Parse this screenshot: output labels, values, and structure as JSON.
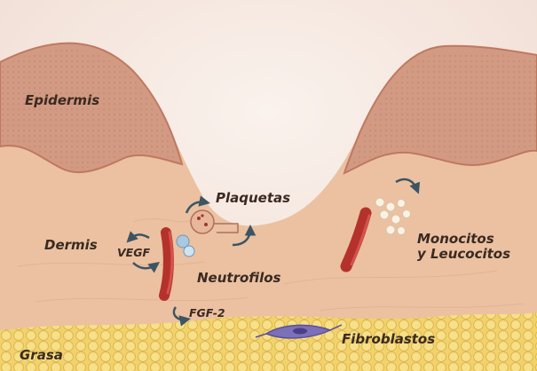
{
  "labels": {
    "epidermis": "Epidermis",
    "dermis": "Dermis",
    "grasa": "Grasa",
    "plaquetas": "Plaquetas",
    "neutrofilos": "Neutrofilos",
    "monocitos_line1": "Monocitos",
    "monocitos_line2": "y Leucocitos",
    "fibroblastos": "Fibroblastos",
    "vegf": "VEGF",
    "fgf2": "FGF-2"
  },
  "colors": {
    "background": "#f7ece6",
    "dermis": "#ebc1a1",
    "epidermis": "#d29a82",
    "epidermis_edge": "#c07860",
    "fat": "#f1d36c",
    "vessel": "#b5322c",
    "arrow": "#3c5563",
    "platelet": "#e6b79a",
    "neutrophil": "#a9c9e0",
    "fibroblast": "#5a4f9a",
    "leukocyte": "#fbf2e3"
  }
}
